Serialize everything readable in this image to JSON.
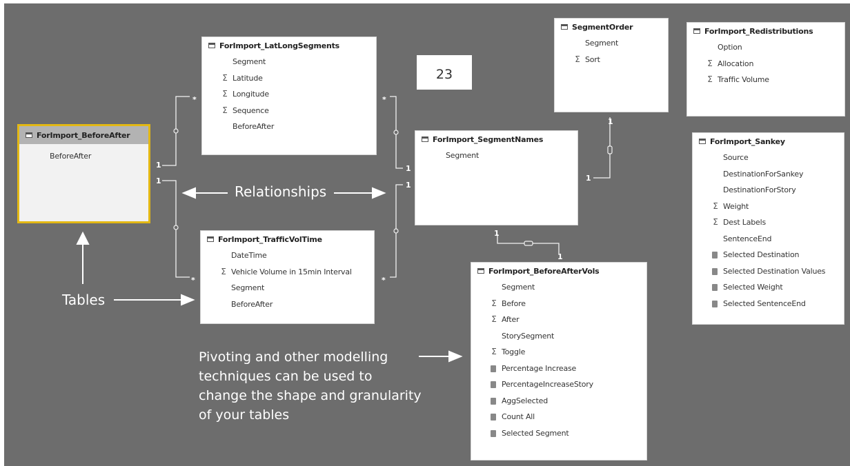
{
  "badge": "23",
  "tables": {
    "before_after": {
      "title": "ForImport_BeforeAfter",
      "fields": [
        {
          "icon": "",
          "name": "BeforeAfter"
        }
      ]
    },
    "latlong": {
      "title": "ForImport_LatLongSegments",
      "fields": [
        {
          "icon": "",
          "name": "Segment"
        },
        {
          "icon": "Σ",
          "name": "Latitude"
        },
        {
          "icon": "Σ",
          "name": "Longitude"
        },
        {
          "icon": "Σ",
          "name": "Sequence"
        },
        {
          "icon": "",
          "name": "BeforeAfter"
        }
      ]
    },
    "traffic": {
      "title": "ForImport_TrafficVolTime",
      "fields": [
        {
          "icon": "",
          "name": "DateTime"
        },
        {
          "icon": "Σ",
          "name": "Vehicle Volume in 15min Interval"
        },
        {
          "icon": "",
          "name": "Segment"
        },
        {
          "icon": "",
          "name": "BeforeAfter"
        }
      ]
    },
    "segment_order": {
      "title": "SegmentOrder",
      "fields": [
        {
          "icon": "",
          "name": "Segment"
        },
        {
          "icon": "Σ",
          "name": "Sort"
        }
      ]
    },
    "segment_names": {
      "title": "ForImport_SegmentNames",
      "fields": [
        {
          "icon": "",
          "name": "Segment"
        }
      ]
    },
    "before_after_vols": {
      "title": "ForImport_BeforeAfterVols",
      "fields": [
        {
          "icon": "",
          "name": "Segment"
        },
        {
          "icon": "Σ",
          "name": "Before"
        },
        {
          "icon": "Σ",
          "name": "After"
        },
        {
          "icon": "",
          "name": "StorySegment"
        },
        {
          "icon": "Σ",
          "name": "Toggle"
        },
        {
          "icon": "calc",
          "name": "Percentage Increase"
        },
        {
          "icon": "calc",
          "name": "PercentageIncreaseStory"
        },
        {
          "icon": "calc",
          "name": "AggSelected"
        },
        {
          "icon": "calc",
          "name": "Count All"
        },
        {
          "icon": "calc",
          "name": "Selected Segment"
        }
      ]
    },
    "redistributions": {
      "title": "ForImport_Redistributions",
      "fields": [
        {
          "icon": "",
          "name": "Option"
        },
        {
          "icon": "Σ",
          "name": "Allocation"
        },
        {
          "icon": "Σ",
          "name": "Traffic Volume"
        }
      ]
    },
    "sankey": {
      "title": "ForImport_Sankey",
      "fields": [
        {
          "icon": "",
          "name": "Source"
        },
        {
          "icon": "",
          "name": "DestinationForSankey"
        },
        {
          "icon": "",
          "name": "DestinationForStory"
        },
        {
          "icon": "Σ",
          "name": "Weight"
        },
        {
          "icon": "Σ",
          "name": "Dest Labels"
        },
        {
          "icon": "",
          "name": "SentenceEnd"
        },
        {
          "icon": "calc",
          "name": "Selected Destination"
        },
        {
          "icon": "calc",
          "name": "Selected Destination Values"
        },
        {
          "icon": "calc",
          "name": "Selected Weight"
        },
        {
          "icon": "calc",
          "name": "Selected SentenceEnd"
        }
      ]
    }
  },
  "annotations": {
    "relationships": "Relationships",
    "tables": "Tables",
    "pivot_lines": [
      "Pivoting and other modelling",
      "techniques can be used to",
      "change the shape and granularity",
      "of your tables"
    ]
  },
  "cardinality": {
    "one": "1",
    "many": "*"
  },
  "colors": {
    "canvas": "#6d6d6d",
    "table_bg": "#ffffff",
    "selected_border": "#e3b814",
    "selected_header": "#b3b3b3",
    "connector": "#f2f2f2"
  }
}
